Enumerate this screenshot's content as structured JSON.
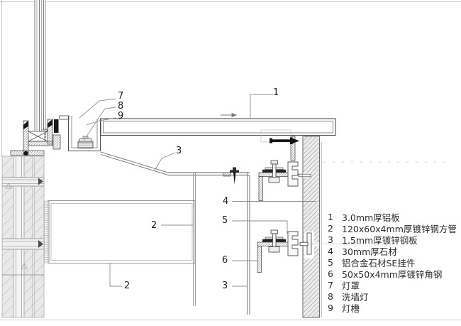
{
  "drawing": {
    "type": "architectural-section-detail",
    "subject": "ceiling / stone wall cladding junction detail with light trough",
    "direction_arrow": "right"
  },
  "colors": {
    "line_dark": "#4f4f4f",
    "line_mid": "#777777",
    "leader": "#8f8f8f",
    "hatch_steel": "#8a8a8a",
    "hatch_wall": "#a6a6a6",
    "band_fill": "#e9e9e9",
    "black_parts": "#1a1a1a"
  },
  "callouts": [
    {
      "no": "1"
    },
    {
      "no": "7"
    },
    {
      "no": "8"
    },
    {
      "no": "9"
    },
    {
      "no": "3"
    },
    {
      "no": "2"
    },
    {
      "no": "2"
    },
    {
      "no": "4"
    },
    {
      "no": "5"
    },
    {
      "no": "6"
    },
    {
      "no": "3"
    }
  ],
  "legend": {
    "items": [
      {
        "no": "1",
        "text": "3.0mm厚铝板"
      },
      {
        "no": "2",
        "text": "120x60x4mm厚镀锌钢方管"
      },
      {
        "no": "3",
        "text": "1.5mm厚镀锌钢板"
      },
      {
        "no": "4",
        "text": "30mm厚石材"
      },
      {
        "no": "5",
        "text": "铝合金石材SE挂件"
      },
      {
        "no": "6",
        "text": "50x50x4mm厚镀锌角钢"
      },
      {
        "no": "7",
        "text": "灯罩"
      },
      {
        "no": "8",
        "text": "洗墙灯"
      },
      {
        "no": "9",
        "text": "灯槽"
      }
    ]
  }
}
